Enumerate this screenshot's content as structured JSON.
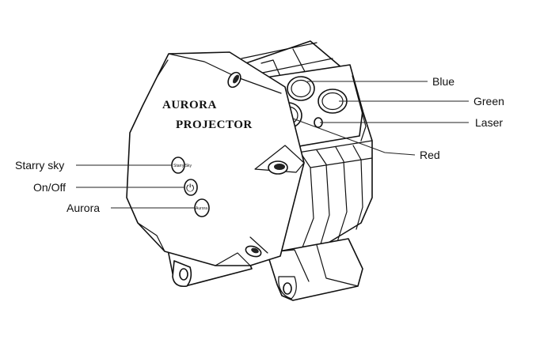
{
  "device": {
    "brand_line1": "AURORA",
    "brand_line2": "PROJECTOR",
    "buttons": {
      "starry": "Starry Sky",
      "power_symbol": "⏻",
      "aurora": "Aurora"
    }
  },
  "callouts": {
    "starry_sky": "Starry sky",
    "on_off": "On/Off",
    "aurora": "Aurora",
    "blue": "Blue",
    "green": "Green",
    "laser": "Laser",
    "red": "Red"
  }
}
